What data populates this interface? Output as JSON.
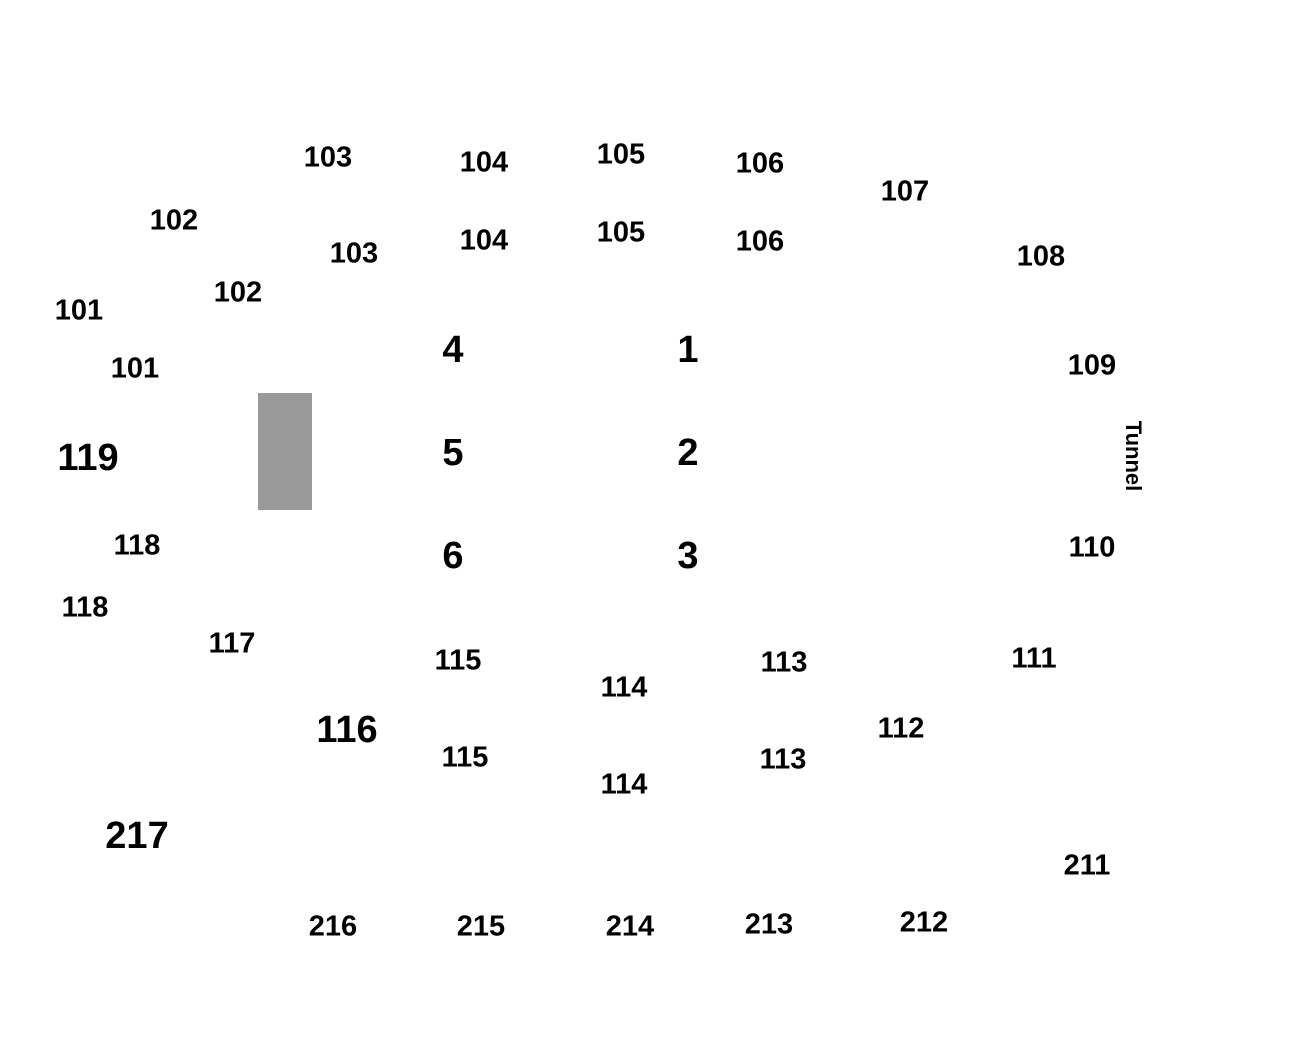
{
  "colors": {
    "background": "#ffffff",
    "text": "#000000",
    "stage": "#999999"
  },
  "sections": {
    "s103a": "103",
    "s104a": "104",
    "s105a": "105",
    "s106a": "106",
    "s102a": "102",
    "s103b": "103",
    "s104b": "104",
    "s105b": "105",
    "s106b": "106",
    "s107": "107",
    "s108": "108",
    "s101a": "101",
    "s102b": "102",
    "s101b": "101",
    "s109": "109",
    "s119": "119",
    "s118a": "118",
    "s118b": "118",
    "s110": "110",
    "s117": "117",
    "s115a": "115",
    "s114a": "114",
    "s113a": "113",
    "s111": "111",
    "s116": "116",
    "s115b": "115",
    "s114b": "114",
    "s113b": "113",
    "s112": "112",
    "s217": "217",
    "s211": "211",
    "s216": "216",
    "s215": "215",
    "s214": "214",
    "s213": "213",
    "s212": "212"
  },
  "floor": {
    "f1": "1",
    "f2": "2",
    "f3": "3",
    "f4": "4",
    "f5": "5",
    "f6": "6"
  },
  "tunnel_label": "Tunnel"
}
